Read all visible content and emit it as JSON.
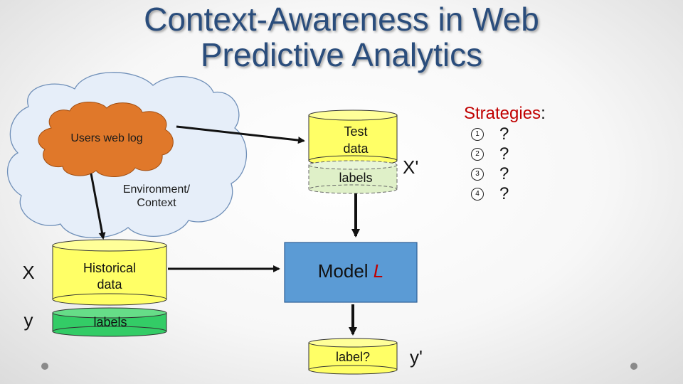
{
  "title": {
    "line1": "Context-Awareness in Web",
    "line2": "Predictive Analytics"
  },
  "cloud": {
    "users_web_log": "Users web log",
    "environment_context": "Environment/\nContext"
  },
  "test_data": {
    "label": "Test\ndata",
    "labels": "labels",
    "x_prime": "X'"
  },
  "historical": {
    "x": "X",
    "y": "y",
    "label": "Historical\ndata",
    "labels": "labels"
  },
  "model": {
    "prefix": "Model ",
    "name": "L"
  },
  "output": {
    "label": "label?",
    "y_prime": "y'"
  },
  "strategies": {
    "heading": "Strategies",
    "colon": ":",
    "items": [
      {
        "num": "1",
        "value": "?"
      },
      {
        "num": "2",
        "value": "?"
      },
      {
        "num": "3",
        "value": "?"
      },
      {
        "num": "4",
        "value": "?"
      }
    ]
  },
  "colors": {
    "title": "#2a4d7c",
    "cylinder_yellow": "#ffff66",
    "cylinder_green": "#33cc66",
    "labels_green_pale": "#dff0c8",
    "model_box": "#5b9bd5",
    "cloud_fill": "#e6eef9",
    "user_log_orange": "#e0782a",
    "accent_red": "#c00000"
  }
}
